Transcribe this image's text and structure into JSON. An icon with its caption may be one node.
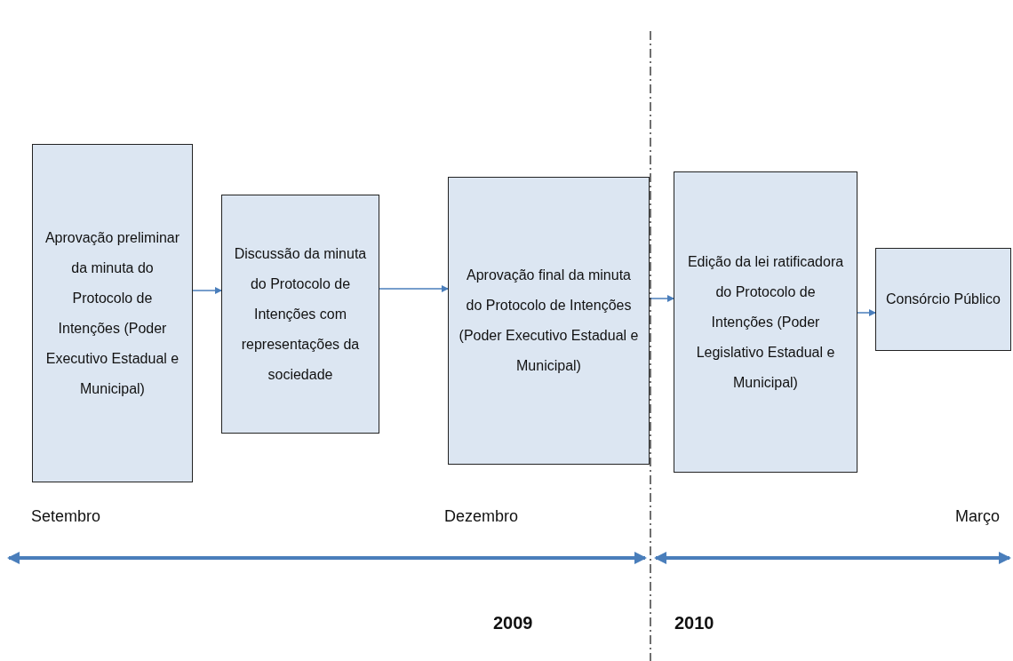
{
  "diagram": {
    "nodes": [
      {
        "text": [
          "Aprovação preliminar da minuta do Protocolo de Intenções (Poder Executivo Estadual e Municipal)"
        ]
      },
      {
        "text": [
          "Discussão da minuta do Protocolo de Intenções com representações da sociedade"
        ]
      },
      {
        "text": [
          "Aprovação final da minuta do Protocolo de Intenções (Poder Executivo Estadual e Municipal)"
        ]
      },
      {
        "text": [
          "Edição da lei ratificadora do Protocolo de Intenções (Poder Legislativo Estadual e Municipal)"
        ]
      },
      {
        "text": [
          "Consórcio Público"
        ]
      }
    ],
    "edges": [
      {
        "from": 0,
        "to": 1,
        "arrow": "to"
      },
      {
        "from": 1,
        "to": 2,
        "arrow": "to"
      },
      {
        "from": 2,
        "to": 3,
        "arrow": "to"
      },
      {
        "from": 3,
        "to": 4,
        "arrow": "to"
      }
    ],
    "labels": [
      "Setembro",
      "Dezembro",
      "Março",
      "2009",
      "2010"
    ]
  }
}
